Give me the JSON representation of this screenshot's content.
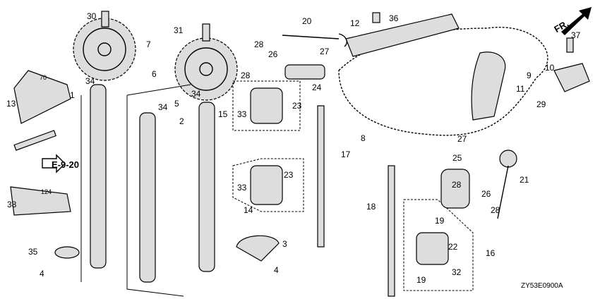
{
  "diagram": {
    "title_code": "ZY53E0900A",
    "direction_label": "FR.",
    "reference_label": "E-9-20",
    "dimensions": [
      "70",
      "124"
    ],
    "callouts": [
      "30",
      "7",
      "31",
      "6",
      "34",
      "1",
      "13",
      "38",
      "35",
      "4",
      "34",
      "2",
      "5",
      "34",
      "3",
      "4",
      "20",
      "28",
      "26",
      "27",
      "28",
      "24",
      "15",
      "33",
      "23",
      "12",
      "36",
      "37",
      "10",
      "9",
      "11",
      "29",
      "8",
      "17",
      "23",
      "33",
      "14",
      "27",
      "25",
      "21",
      "26",
      "28",
      "28",
      "18",
      "19",
      "22",
      "16",
      "19",
      "32"
    ]
  }
}
